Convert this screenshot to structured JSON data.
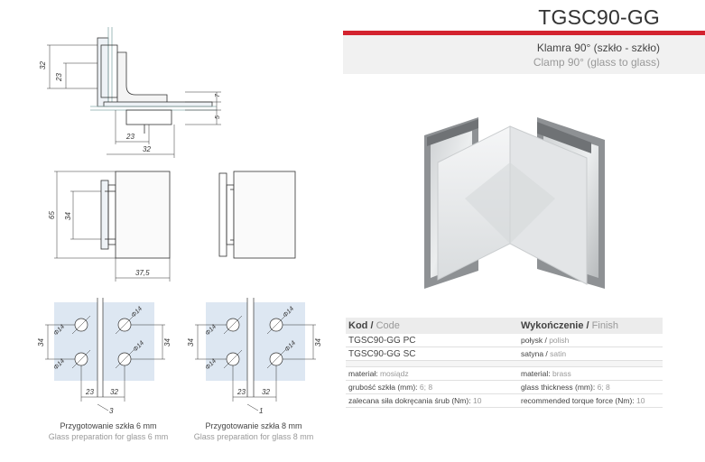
{
  "header": {
    "code": "TGSC90-GG",
    "name_pl": "Klamra 90° (szkło - szkło)",
    "name_en": "Clamp 90° (glass to glass)"
  },
  "colors": {
    "accent": "#d3232f",
    "panel": "#f1f1f1",
    "glass_prep": "#dde7f2"
  },
  "drawing_dims": {
    "top": {
      "d32": "32",
      "d23a": "23",
      "d7": "7",
      "d5": "5",
      "d23b": "23",
      "d32b": "32"
    },
    "front": {
      "d65": "65",
      "d34": "34",
      "d375": "37,5"
    },
    "prep6": {
      "hole1": "Φ14",
      "hole2": "Φ14",
      "hole3": "Φ14",
      "hole4": "Φ14",
      "d34l": "34",
      "d34r": "34",
      "d23": "23",
      "d32": "32",
      "gap": "3"
    },
    "prep8": {
      "hole1": "Φ14",
      "hole2": "Φ14",
      "hole3": "Φ14",
      "hole4": "Φ14",
      "d34l": "34",
      "d34r": "34",
      "d23": "23",
      "d32": "32",
      "gap": "1"
    }
  },
  "captions": {
    "prep6_pl": "Przygotowanie szkła 6 mm",
    "prep6_en": "Glass preparation for glass 6 mm",
    "prep8_pl": "Przygotowanie szkła 8 mm",
    "prep8_en": "Glass preparation for glass 8 mm"
  },
  "table": {
    "col1_pl": "Kod",
    "col1_en": "Code",
    "col2_pl": "Wykończenie",
    "col2_en": "Finish",
    "slash": " / ",
    "rows": [
      {
        "code": "TGSC90-GG PC",
        "finish_pl": "połysk",
        "finish_en": "polish"
      },
      {
        "code": "TGSC90-GG SC",
        "finish_pl": "satyna",
        "finish_en": "satin"
      }
    ],
    "specs": [
      {
        "pl_label": "materiał:",
        "pl_value": "mosiądz",
        "en_label": "material:",
        "en_value": "brass"
      },
      {
        "pl_label": "grubość szkła (mm):",
        "pl_value": "6; 8",
        "en_label": "glass thickness (mm):",
        "en_value": "6; 8"
      },
      {
        "pl_label": "zalecana siła dokręcania śrub (Nm):",
        "pl_value": "10",
        "en_label": "recommended torque force (Nm):",
        "en_value": "10"
      }
    ]
  }
}
